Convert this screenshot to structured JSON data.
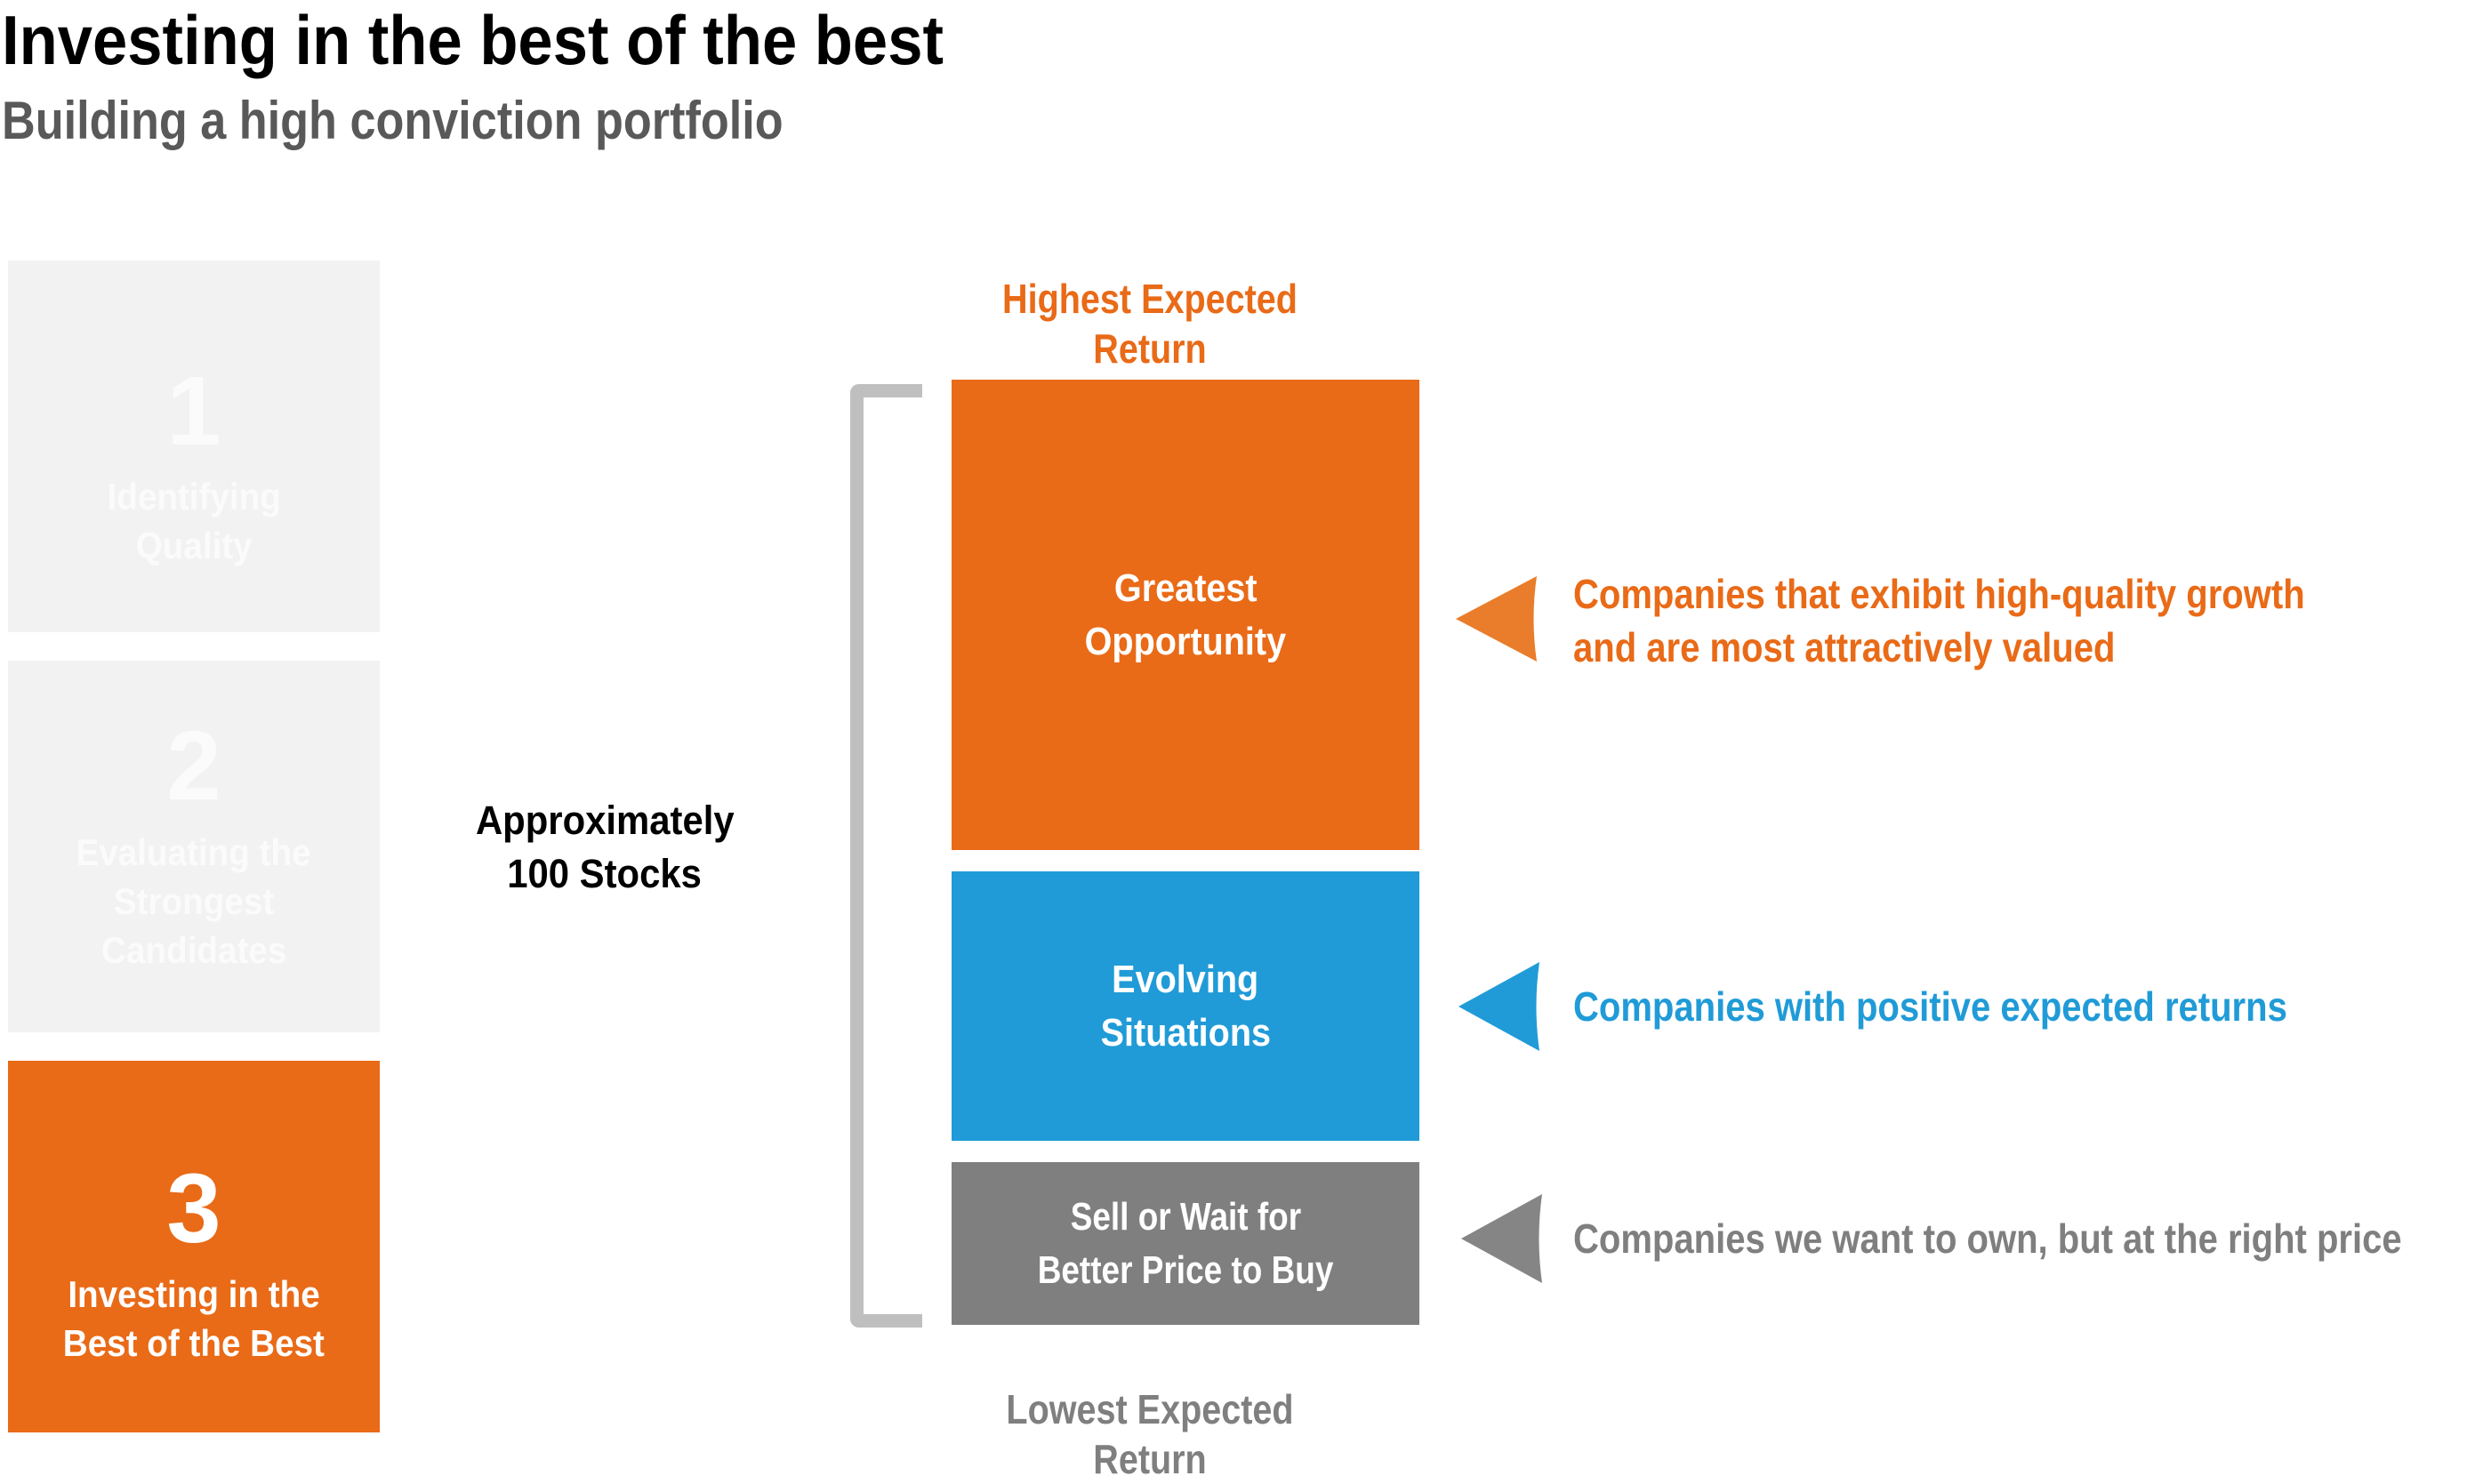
{
  "header": {
    "title": "Investing in the best of the best",
    "subtitle": "Building a high conviction portfolio"
  },
  "steps": [
    {
      "number": "1",
      "label_lines": [
        "Identifying",
        "Quality"
      ],
      "state": "inactive"
    },
    {
      "number": "2",
      "label_lines": [
        "Evaluating the",
        "Strongest",
        "Candidates"
      ],
      "state": "inactive"
    },
    {
      "number": "3",
      "label_lines": [
        "Investing in the",
        "Best of the Best"
      ],
      "state": "active"
    }
  ],
  "portfolio": {
    "size_label_lines": [
      "Approximately",
      "100 Stocks"
    ],
    "top_caption": "Highest Expected Return",
    "bottom_caption": "Lowest Expected Return"
  },
  "tiers": [
    {
      "label_lines": [
        "Greatest",
        "Opportunity"
      ],
      "description_lines": [
        "Companies that exhibit high-quality growth",
        "and are most attractively valued"
      ],
      "color": "#e96a17"
    },
    {
      "label_lines": [
        "Evolving",
        "Situations"
      ],
      "description_lines": [
        "Companies with positive expected returns"
      ],
      "color": "#209bd7"
    },
    {
      "label_lines": [
        "Sell or Wait for",
        "Better Price to Buy"
      ],
      "description_lines": [
        "Companies we want to own, but at the right price"
      ],
      "color": "#7f7f7f"
    }
  ],
  "colors": {
    "accent_orange": "#e96a17",
    "accent_blue": "#209bd7",
    "neutral_gray": "#7f7f7f",
    "bracket_gray": "#bfbfbf",
    "inactive_step_bg": "#f2f2f2"
  }
}
